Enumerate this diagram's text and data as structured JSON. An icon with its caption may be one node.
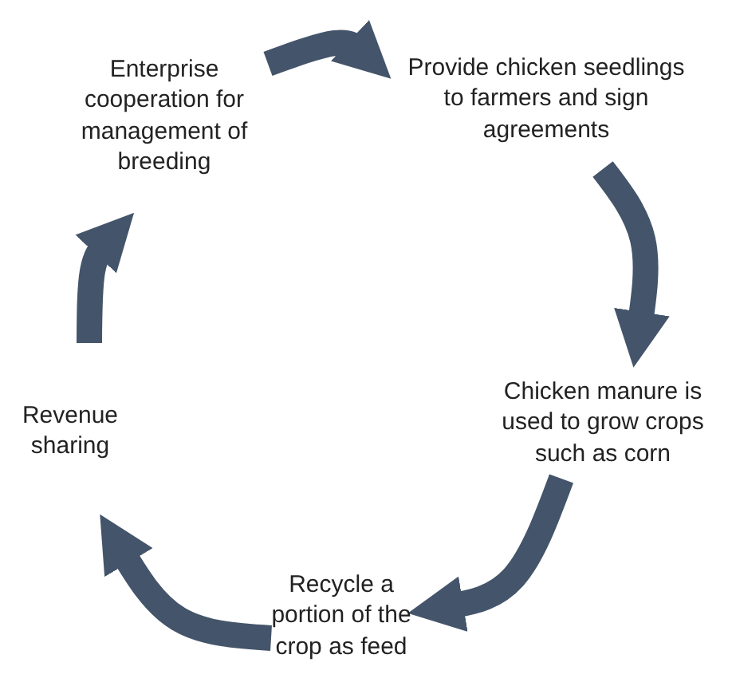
{
  "diagram": {
    "nodes": [
      {
        "text": [
          "Enterprise cooperation for management of breeding"
        ]
      },
      {
        "text": [
          "Provide chicken seedlings to farmers and sign agreements"
        ]
      },
      {
        "text": [
          "Chicken manure is used to grow crops such as corn"
        ]
      },
      {
        "text": [
          "Recycle a portion of the crop as feed"
        ]
      },
      {
        "text": [
          "Revenue sharing"
        ]
      }
    ],
    "edges": [
      {
        "from": 0,
        "to": 1,
        "arrow": "to"
      },
      {
        "from": 1,
        "to": 2,
        "arrow": "to"
      },
      {
        "from": 2,
        "to": 3,
        "arrow": "to"
      },
      {
        "from": 3,
        "to": 4,
        "arrow": "to"
      },
      {
        "from": 4,
        "to": 0,
        "arrow": "to"
      }
    ]
  }
}
